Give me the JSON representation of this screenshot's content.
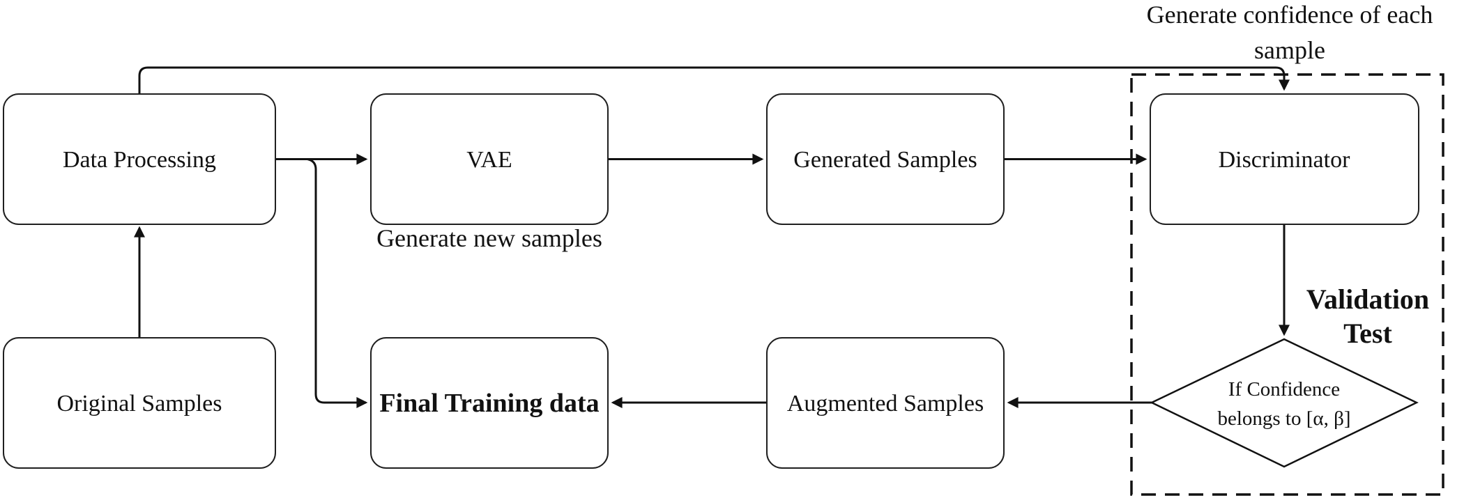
{
  "diagram": {
    "background_color": "#ffffff",
    "line_color": "#111111",
    "nodes": {
      "data_processing": {
        "label": "Data Processing"
      },
      "original_samples": {
        "label": "Original Samples"
      },
      "vae": {
        "label": "VAE"
      },
      "generated_samples": {
        "label": "Generated Samples"
      },
      "discriminator": {
        "label": "Discriminator"
      },
      "final_training_data": {
        "label": "Final Training data"
      },
      "augmented_samples": {
        "label": "Augmented Samples"
      },
      "confidence_decision": {
        "line1": "If Confidence",
        "line2": "belongs to [α, β]"
      }
    },
    "annotations": {
      "generate_confidence": {
        "line1": "Generate confidence of each",
        "line2": "sample"
      },
      "generate_new_samples": "Generate new samples",
      "validation_test": {
        "line1": "Validation",
        "line2": "Test"
      }
    }
  }
}
